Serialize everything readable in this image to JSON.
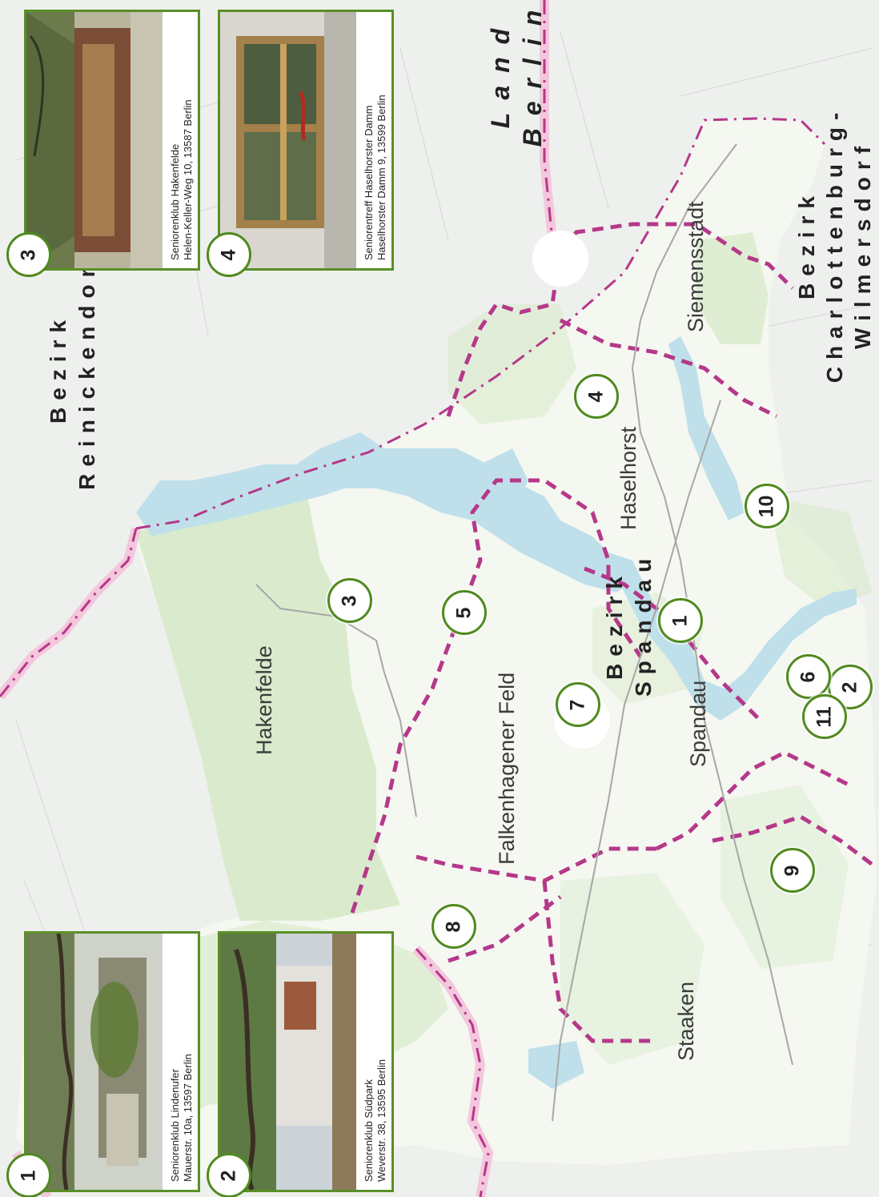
{
  "map": {
    "district_labels": {
      "spandau": [
        "Bezirk",
        "Spandau"
      ],
      "reinickendorf": [
        "Bezirk",
        "Reinickendorf"
      ],
      "charlottenburg": [
        "Bezirk",
        "Charlottenburg-",
        "Wilmersdorf"
      ],
      "land_berlin": [
        "Land",
        "Berlin"
      ]
    },
    "localities": {
      "hakenfelde": "Hakenfelde",
      "falkenhagener_feld": "Falkenhagener Feld",
      "staaken": "Staaken",
      "spandau": "Spandau",
      "haselhorst": "Haselhorst",
      "siemensstadt": "Siemensstadt"
    },
    "markers": [
      "1",
      "2",
      "3",
      "4",
      "5",
      "6",
      "7",
      "8",
      "9",
      "10",
      "11"
    ]
  },
  "cards": [
    {
      "number": "1",
      "name": "Seniorenklub Lindenufer",
      "address": "Mauerstr. 10a, 13597 Berlin"
    },
    {
      "number": "2",
      "name": "Seniorenklub Südpark",
      "address": "Weverstr. 38, 13595 Berlin"
    },
    {
      "number": "3",
      "name": "Seniorenklub Hakenfelde",
      "address": "Helen-Keller-Weg 10, 13587 Berlin"
    },
    {
      "number": "4",
      "name": "Seniorentreff Haselhorster Damm",
      "address": "Haselhorster Damm 9, 13599 Berlin"
    }
  ],
  "colors": {
    "forest": "#d9ebcc",
    "water": "#bfe0ea",
    "district_border": "#b5388a",
    "land_border": "#f3c8dc",
    "marker_border": "#4f8a1e",
    "card_border": "#5a8f27"
  }
}
